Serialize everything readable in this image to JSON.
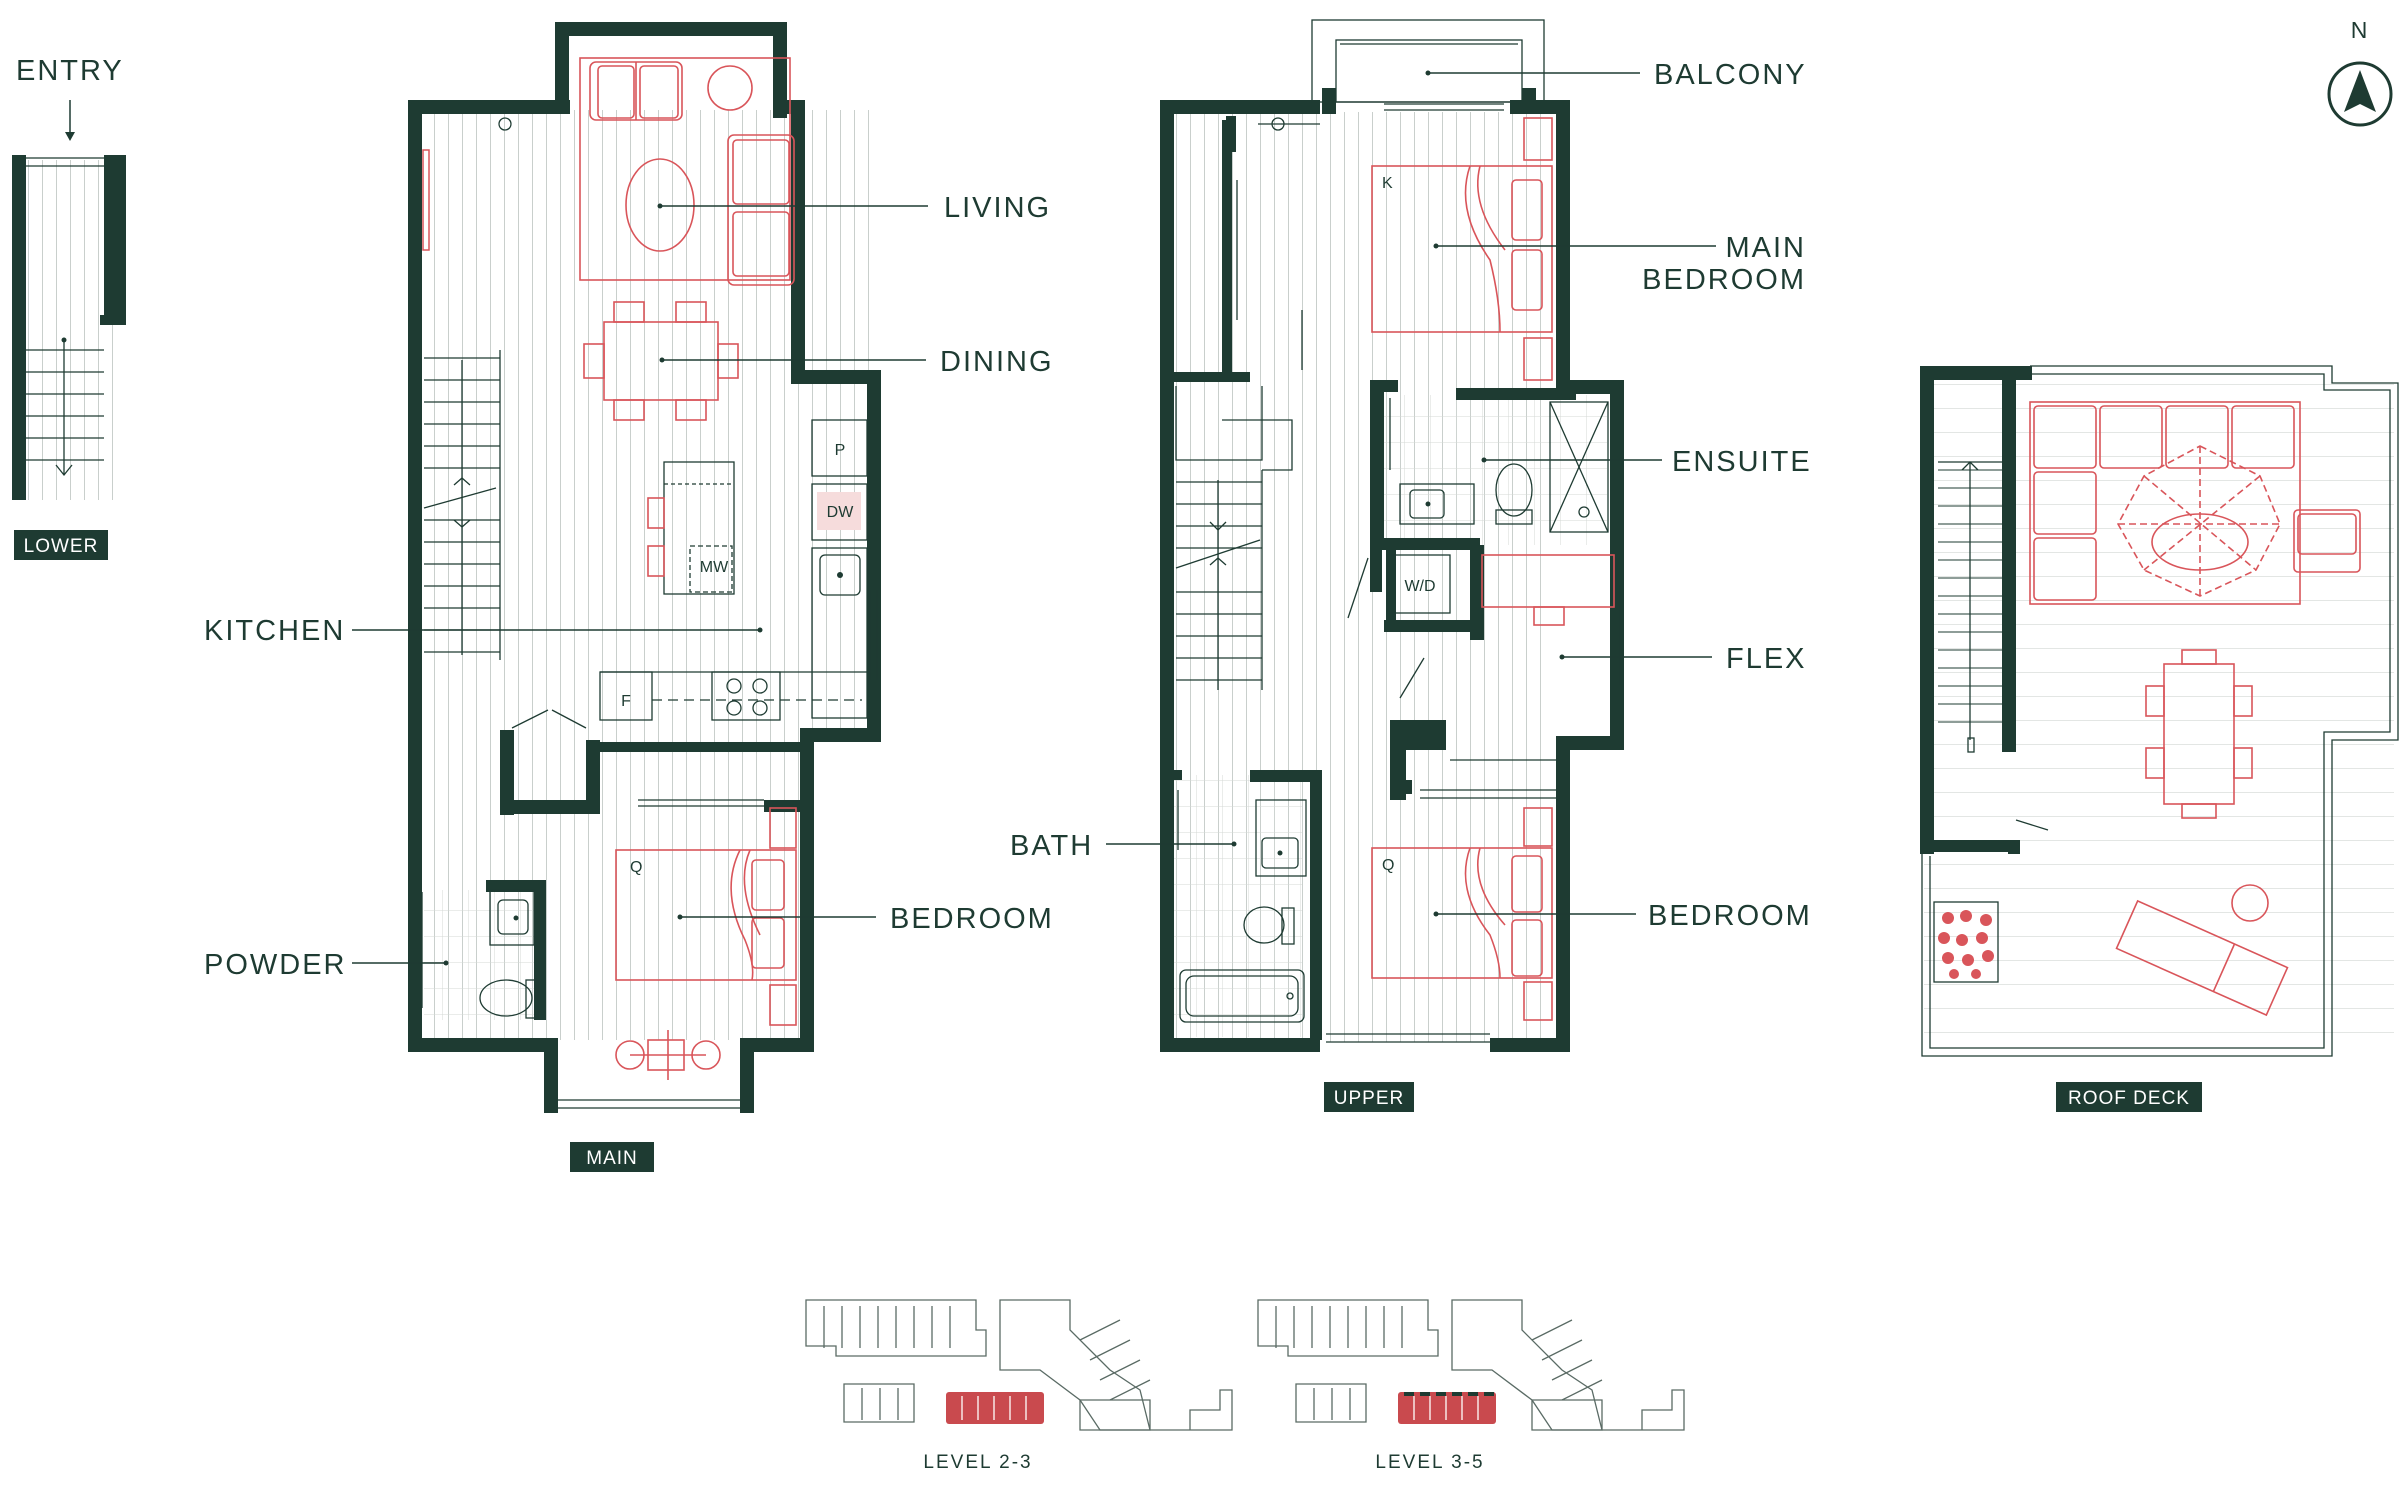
{
  "levels": {
    "lower": "LOWER",
    "main": "MAIN",
    "upper": "UPPER",
    "roof": "ROOF DECK"
  },
  "rooms": {
    "entry": "ENTRY",
    "living": "LIVING",
    "dining": "DINING",
    "kitchen": "KITCHEN",
    "powder": "POWDER",
    "bedroom_main_floor": "BEDROOM",
    "balcony": "BALCONY",
    "main_bedroom_line1": "MAIN",
    "main_bedroom_line2": "BEDROOM",
    "ensuite": "ENSUITE",
    "flex": "FLEX",
    "bath": "BATH",
    "bedroom_upper": "BEDROOM"
  },
  "fixtures": {
    "pantry": "P",
    "dishwasher": "DW",
    "microwave": "MW",
    "fridge": "F",
    "washer_dryer": "W/D",
    "bed_queen_main": "Q",
    "bed_king": "K",
    "bed_queen_upper": "Q"
  },
  "north": "N",
  "keyplans": {
    "left": "LEVEL 2-3",
    "right": "LEVEL 3-5"
  },
  "colors": {
    "wall": "#1e3b32",
    "furniture": "#d9555a",
    "highlight": "#c94a4e"
  }
}
